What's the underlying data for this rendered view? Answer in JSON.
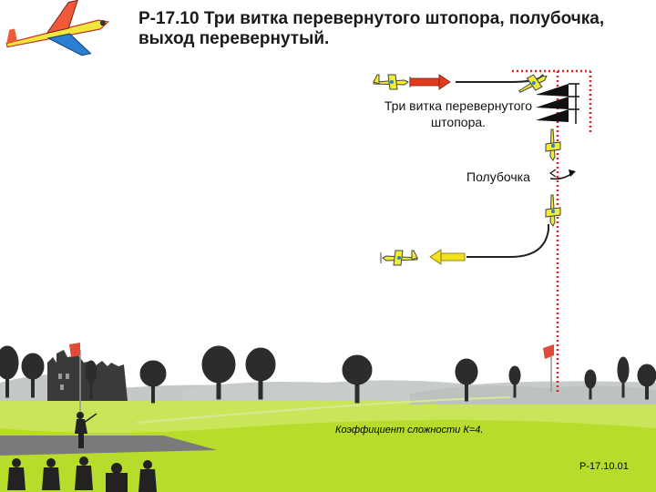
{
  "title": {
    "line1": "Р-17.10 Три витка перевернутого штопора, полубочка,",
    "line2": "выход перевернутый."
  },
  "labels": {
    "spin_line1": "Три витка перевернутого",
    "spin_line2": "штопора.",
    "half_roll": "Полубочка",
    "coefficient": "Коэффициент сложности К=4.",
    "figure_code": "Р-17.10.01"
  },
  "colors": {
    "sky": "#ffffff",
    "hills": "#c9cfca",
    "grass": "#b4dc2a",
    "grass_light": "#c8e85a",
    "runway": "#7c7c7c",
    "entry_arrow": "#e23b1f",
    "exit_arrow": "#f2e21b",
    "reference_line": "#e02020",
    "plane_body": "#f2ec34",
    "silhouette": "#222222"
  },
  "icons": {
    "header_plane": "aerobatic-plane-icon",
    "entry_plane": "plane-icon",
    "exit_plane": "plane-icon",
    "spin_arrows": "spin-turn-arrows-icon",
    "half_roll_arrow": "half-roll-arrow-icon",
    "flag": "flag-icon"
  }
}
